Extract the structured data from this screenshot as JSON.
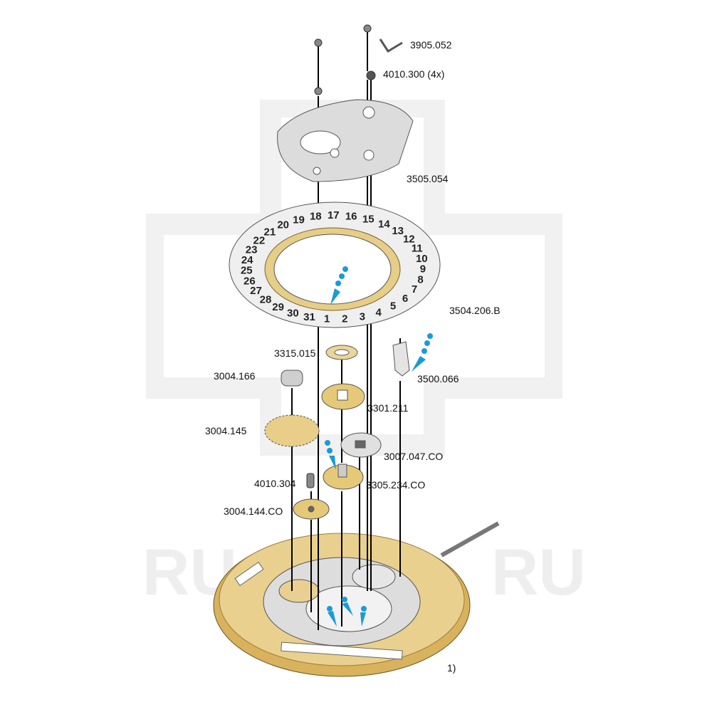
{
  "watermark": "RU        RU",
  "parts": [
    {
      "id": "p3905052",
      "label": "3905.052"
    },
    {
      "id": "p4010300",
      "label": "4010.300 (4x)"
    },
    {
      "id": "p3505054",
      "label": "3505.054"
    },
    {
      "id": "p3504206B",
      "label": "3504.206.B"
    },
    {
      "id": "p3315015",
      "label": "3315.015"
    },
    {
      "id": "p3500066",
      "label": "3500.066"
    },
    {
      "id": "p3004166",
      "label": "3004.166"
    },
    {
      "id": "p3301211",
      "label": "3301.211"
    },
    {
      "id": "p3004145",
      "label": "3004.145"
    },
    {
      "id": "p3007047CO",
      "label": "3007.047.CO"
    },
    {
      "id": "p4010304",
      "label": "4010.304"
    },
    {
      "id": "p3305234CO",
      "label": "3305.234.CO"
    },
    {
      "id": "p3004144CO",
      "label": "3004.144.CO"
    }
  ],
  "footnote": "1)",
  "date_ring_numbers": [
    "1",
    "2",
    "3",
    "4",
    "5",
    "6",
    "7",
    "8",
    "9",
    "10",
    "11",
    "12",
    "13",
    "14",
    "15",
    "16",
    "17",
    "18",
    "19",
    "20",
    "21",
    "22",
    "23",
    "24",
    "25",
    "26",
    "27",
    "28",
    "29",
    "30",
    "31"
  ],
  "colors": {
    "brass": "#e8cf8a",
    "steel": "#d9d9d9",
    "lube_marker": "#1b9ad6",
    "watermark": "#efefef"
  }
}
